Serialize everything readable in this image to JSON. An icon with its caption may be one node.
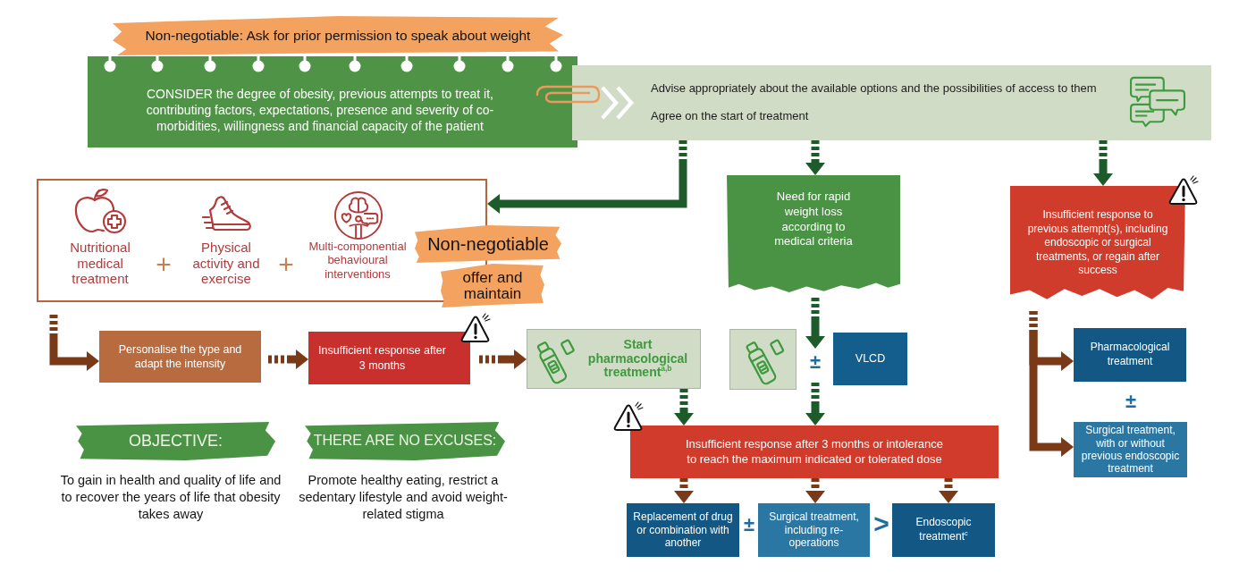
{
  "diagram": {
    "nodes": [
      {
        "text": [
          "Non-negotiable: Ask for prior permission to speak about weight"
        ]
      },
      {
        "text": [
          "CONSIDER the degree of obesity, previous attempts to treat it, contributing factors, expectations, presence and severity of co-morbidities, willingness and financial capacity of the patient"
        ]
      },
      {
        "text": [
          "Advise appropriately about the available options and the possibilities of access to them",
          "Agree on the start of treatment"
        ]
      },
      {
        "text": [
          "Nutritional medical treatment",
          "+",
          "Physical activity and exercise",
          "+",
          "Multi-componential behavioural interventions"
        ]
      },
      {
        "text": [
          "Non-negotiable"
        ]
      },
      {
        "text": [
          "offer and maintain"
        ]
      },
      {
        "text": [
          "Need for rapid weight loss according to medical criteria"
        ]
      },
      {
        "text": [
          "Insufficient response to previous attempt(s), including endoscopic or surgical treatments, or regain after success"
        ]
      },
      {
        "text": [
          "Personalise the type and adapt the intensity"
        ]
      },
      {
        "text": [
          "Insufficient response after 3 months"
        ]
      },
      {
        "text": [
          "Start pharmacological treatment$^{a,b}$"
        ]
      },
      {
        "text": [],
        "shape": "box"
      },
      {
        "text": [
          "±"
        ]
      },
      {
        "text": [
          "VLCD"
        ]
      },
      {
        "text": [
          "Pharmacological treatment"
        ]
      },
      {
        "text": [
          "Surgical treatment, with or without previous endoscopic treatment"
        ]
      },
      {
        "text": [
          "OBJECTIVE:"
        ],
        "beside": [
          "To gain in health and quality of life and to recover the years of life that obesity takes away"
        ]
      },
      {
        "text": [
          "THERE ARE NO EXCUSES:"
        ],
        "beside": [
          "Promote healthy eating, restrict a sedentary lifestyle and avoid weight-related stigma"
        ]
      },
      {
        "text": [
          "Insufficient response after 3 months or intolerance to reach the maximum indicated or tolerated dose"
        ]
      },
      {
        "text": [
          "Replacement of drug or combination with another"
        ]
      },
      {
        "text": [
          "Surgical treatment, including re-operations"
        ]
      },
      {
        "text": [
          "Endoscopic treatment$^{c}$"
        ]
      }
    ],
    "edges": [
      {
        "from": 2,
        "to": 3,
        "arrow": "to",
        "color": "#1e5b2a"
      },
      {
        "from": 2,
        "to": 6,
        "arrow": "to",
        "color": "#1e5b2a"
      },
      {
        "from": 2,
        "to": 7,
        "arrow": "to",
        "color": "#1e5b2a"
      },
      {
        "from": 3,
        "to": 8,
        "arrow": "to"
      },
      {
        "from": 8,
        "to": 9,
        "arrow": "to"
      },
      {
        "from": 9,
        "to": 10,
        "arrow": "to"
      },
      {
        "from": 6,
        "to": 12,
        "arrow": "to",
        "color": "#1e5b2a"
      },
      {
        "from": 10,
        "to": 18,
        "arrow": "to",
        "color": "#1e5b2a"
      },
      {
        "from": 12,
        "to": 18,
        "arrow": "to",
        "color": "#1e5b2a"
      },
      {
        "from": 7,
        "to": 14,
        "arrow": "to"
      },
      {
        "from": 7,
        "to": 15,
        "arrow": "to"
      },
      {
        "from": 18,
        "to": 19,
        "arrow": "to"
      },
      {
        "from": 18,
        "to": 20,
        "arrow": "to"
      },
      {
        "from": 18,
        "to": 21,
        "arrow": "to"
      }
    ],
    "labels": [
      "±",
      "±",
      ">"
    ]
  }
}
